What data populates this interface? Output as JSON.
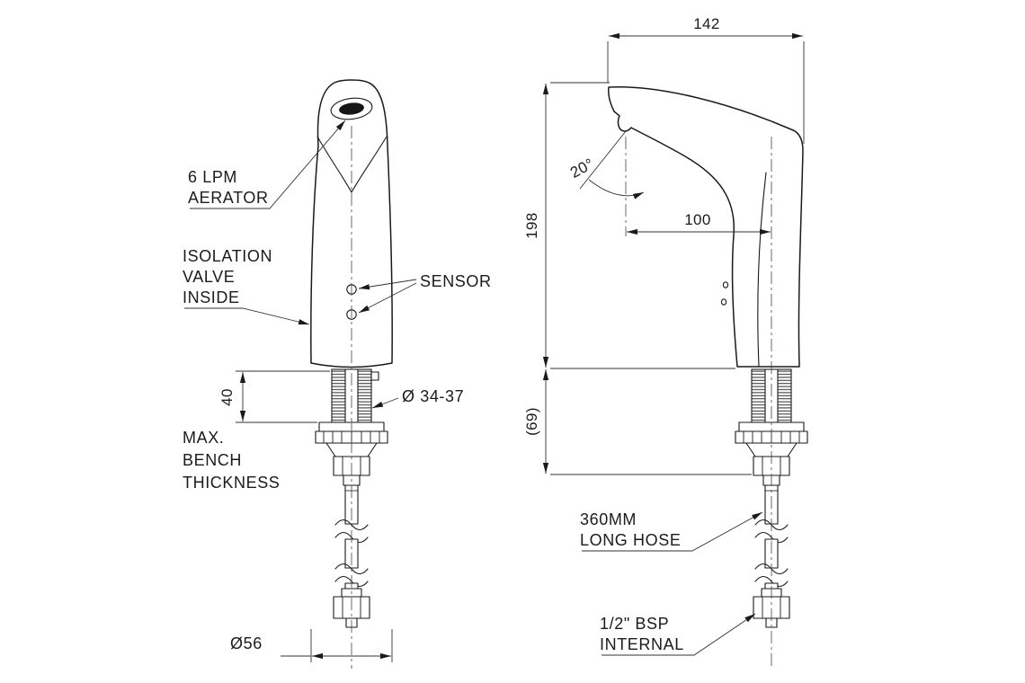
{
  "drawing_type": "sensor-tap-dimensional-drawing",
  "front_view": {
    "aerator_label": [
      "6 LPM",
      "AERATOR"
    ],
    "isolation_label": [
      "ISOLATION",
      "VALVE",
      "INSIDE"
    ],
    "sensor_label": "SENSOR",
    "bench_label": [
      "MAX.",
      "BENCH",
      "THICKNESS"
    ],
    "dim_bench_thickness": "40",
    "dim_thread_diameter": "Ø 34-37",
    "dim_base_diameter": "Ø56"
  },
  "side_view": {
    "dim_overall_length": "142",
    "dim_height": "198",
    "dim_spout_reach": "100",
    "dim_spout_angle": "20°",
    "dim_under_bench": "(69)",
    "hose_label": [
      "360MM",
      "LONG HOSE"
    ],
    "bsp_label": [
      "1/2\" BSP",
      "INTERNAL"
    ]
  },
  "colors": {
    "line": "#1a1a1a",
    "background": "#ffffff"
  }
}
